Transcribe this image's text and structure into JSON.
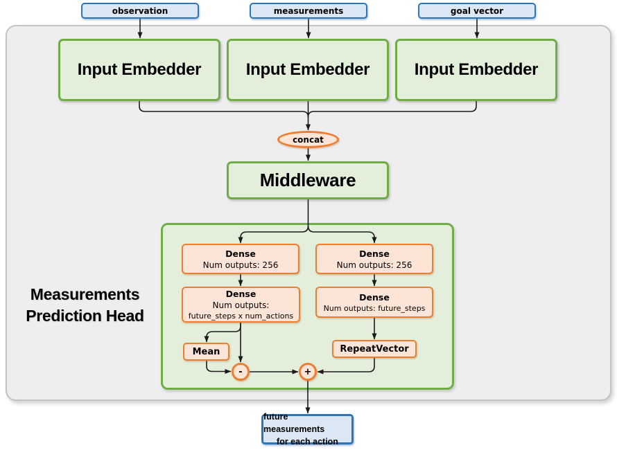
{
  "colors": {
    "blue-fill": "#dbe7f4",
    "blue-border": "#2e75b6",
    "green-fill": "#e3efda",
    "green-border": "#70ad47",
    "orange-fill": "#fce5d6",
    "orange-border": "#ed7d31",
    "canvas-fill": "#eeeeef",
    "canvas-border": "#c3c3c3",
    "line": "#1a1a1a"
  },
  "inputs": {
    "observation": "observation",
    "measurements": "measurements",
    "goal": "goal vector"
  },
  "embedders": {
    "observation": "Input Embedder",
    "measurements": "Input Embedder",
    "goal": "Input Embedder"
  },
  "concat": {
    "label": "concat"
  },
  "middleware": {
    "label": "Middleware"
  },
  "prediction_head": {
    "title": {
      "line1": "Measurements",
      "line2": "Prediction Head"
    },
    "left_branch": {
      "dense1": {
        "name": "Dense",
        "outputs": "Num outputs: 256"
      },
      "dense2": {
        "name": "Dense",
        "outputs_line1": "Num outputs:",
        "outputs_line2": "future_steps x num_actions"
      },
      "mean": {
        "label": "Mean"
      },
      "subtract": {
        "label": "-"
      }
    },
    "right_branch": {
      "dense1": {
        "name": "Dense",
        "outputs": "Num outputs: 256"
      },
      "dense2": {
        "name": "Dense",
        "outputs": "Num outputs: future_steps"
      },
      "repeat_vector": {
        "label": "RepeatVector"
      },
      "add": {
        "label": "+"
      }
    }
  },
  "output": {
    "line1": "future measurements",
    "line2": "for each action"
  }
}
